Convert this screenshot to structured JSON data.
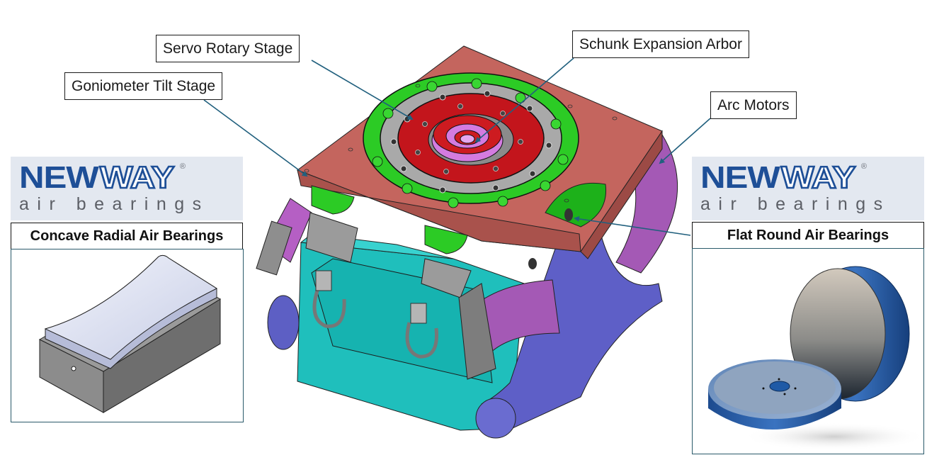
{
  "callouts": {
    "servo_rotary_stage": "Servo Rotary Stage",
    "goniometer_tilt_stage": "Goniometer Tilt Stage",
    "schunk_expansion_arbor": "Schunk Expansion Arbor",
    "arc_motors": "Arc Motors"
  },
  "left_panel": {
    "logo_brand_bold": "NEW",
    "logo_brand_outline": "WAY",
    "logo_registered": "®",
    "logo_tagline": "air bearings",
    "title": "Concave Radial Air Bearings",
    "image_subject": "concave-radial-air-bearing-render"
  },
  "right_panel": {
    "logo_brand_bold": "NEW",
    "logo_brand_outline": "WAY",
    "logo_registered": "®",
    "logo_tagline": "air bearings",
    "title": "Flat Round Air Bearings",
    "image_subject": "flat-round-air-bearings-photo"
  },
  "model": {
    "subject": "goniometer-rotary-stage-assembly-cad",
    "colors": {
      "top_block": "#c0615a",
      "outer_ring": "#2ccb25",
      "bearing_ring": "#a8a8a8",
      "rotor": "#c8141b",
      "arbor": "#d37ae0",
      "base": "#1fc0bd",
      "frame": "#5e5fc7",
      "arc_motor": "#a457b3"
    }
  },
  "colors": {
    "leader_line": "#21607e",
    "logo_blue": "#1e4f97",
    "logo_bg": "#e3e8f0",
    "panel_border": "#2a5a6a"
  }
}
